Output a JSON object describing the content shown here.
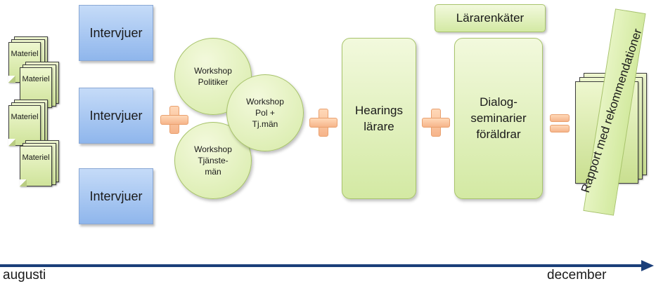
{
  "documents": {
    "label": "Materiel",
    "stacks": 4
  },
  "interviews": [
    "Intervjuer",
    "Intervjuer",
    "Intervjuer"
  ],
  "workshops": [
    {
      "text": "Workshop\nPolitiker"
    },
    {
      "text": "Workshop\nPol +\nTj.män"
    },
    {
      "text": "Workshop\nTjänste-\nmän"
    }
  ],
  "hearings": {
    "text": "Hearings\nlärare"
  },
  "survey_badge": {
    "text": "Lärarenkäter"
  },
  "dialog": {
    "text": "Dialog-\nseminarier\nföräldrar"
  },
  "report": {
    "text": "Rapport med rekommendationer"
  },
  "timeline": {
    "start": "augusti",
    "end": "december"
  },
  "colors": {
    "interview_blue": "#8fb6ec",
    "green_fill": "#d7eba8",
    "operator_orange": "#f6b48a",
    "timeline_navy": "#1b3f7a"
  }
}
